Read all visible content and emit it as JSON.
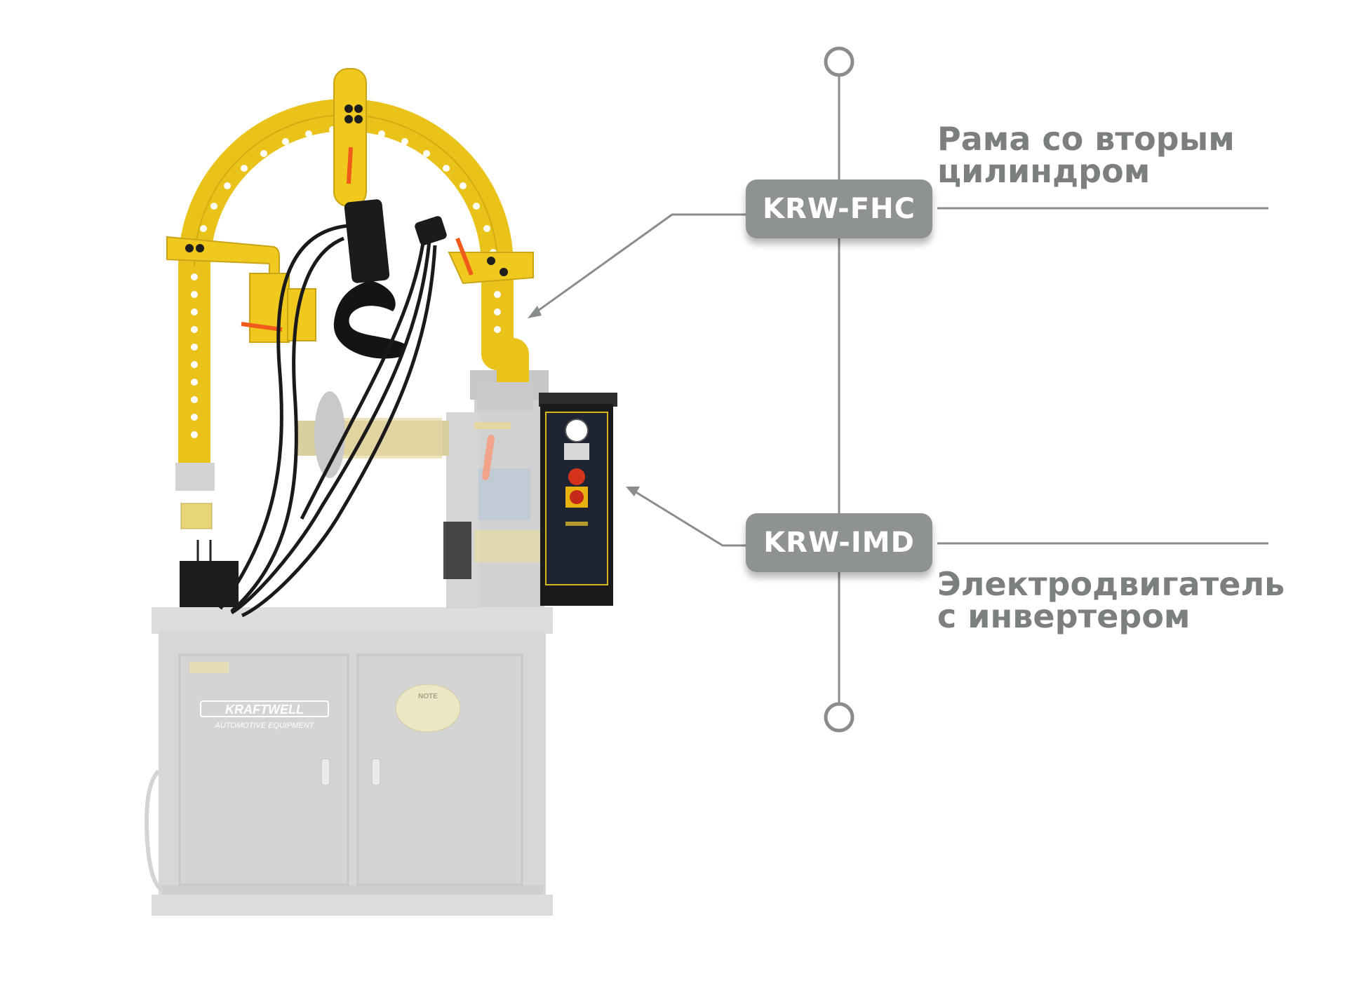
{
  "callouts": [
    {
      "code": "KRW-FHC",
      "caption_lines": [
        "Рама со вторым",
        "цилиндром"
      ]
    },
    {
      "code": "KRW-IMD",
      "caption_lines": [
        "Электродвигатель",
        "с инвертером"
      ]
    }
  ],
  "machine": {
    "brand": "KRAFTWELL",
    "brand_sub": "AUTOMOTIVE EQUIPMENT",
    "note_label": "NOTE"
  },
  "colors": {
    "accent_gray": "#8f9390",
    "line_gray": "#8a8e8b",
    "frame_yellow": "#e9c21a",
    "handle_orange": "#f05a1a",
    "panel_black": "#1b1b1b",
    "body_gray": "#d6d7d6"
  }
}
